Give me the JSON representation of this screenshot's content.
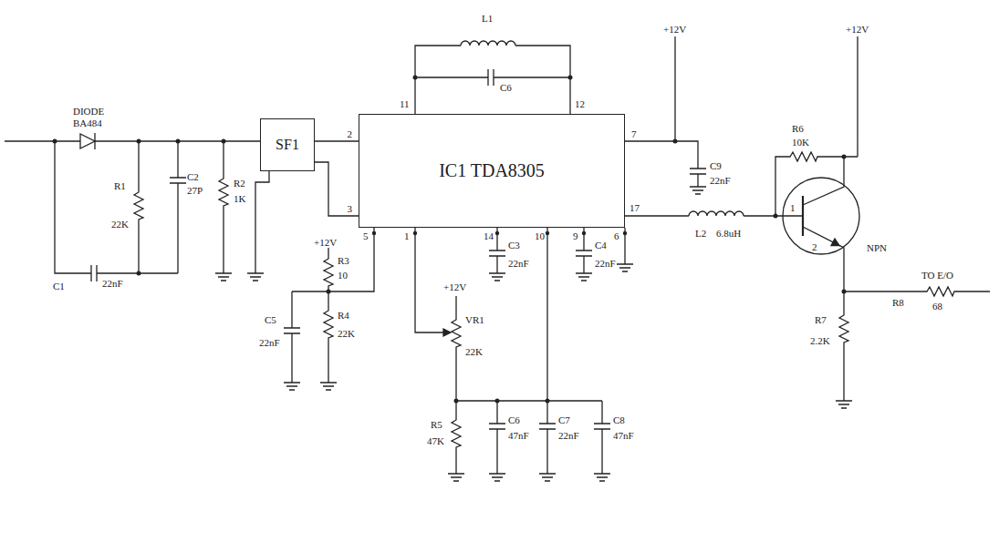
{
  "diagram": {
    "nodes": [
      {
        "text": [
          "SF1"
        ]
      },
      {
        "text": [
          "IC1 TDA8305"
        ]
      }
    ],
    "edges": [
      {
        "from": 0,
        "to": 1,
        "arrow": "none",
        "label": "2"
      },
      {
        "from": 0,
        "to": 1,
        "arrow": "none",
        "label": "3"
      }
    ],
    "labels": [
      "DIODE",
      "BA484",
      "R1",
      "22K",
      "C2",
      "27P",
      "R2",
      "1K",
      "C1",
      "22nF",
      "L1",
      "C6",
      "11",
      "12",
      "+12V",
      "7",
      "C9",
      "22nF",
      "17",
      "L2",
      "6.8uH",
      "R6",
      "10K",
      "+12V",
      "1",
      "2",
      "NPN",
      "TO E/O",
      "R8",
      "68",
      "R7",
      "2.2K",
      "+12V",
      "5",
      "1",
      "14",
      "10",
      "9",
      "6",
      "R3",
      "10",
      "C3",
      "22nF",
      "C4",
      "22nF",
      "+12V",
      "VR1",
      "22K",
      "C5",
      "22nF",
      "R4",
      "22K",
      "R5",
      "47K",
      "C6",
      "47nF",
      "C7",
      "22nF",
      "C8",
      "47nF"
    ]
  }
}
